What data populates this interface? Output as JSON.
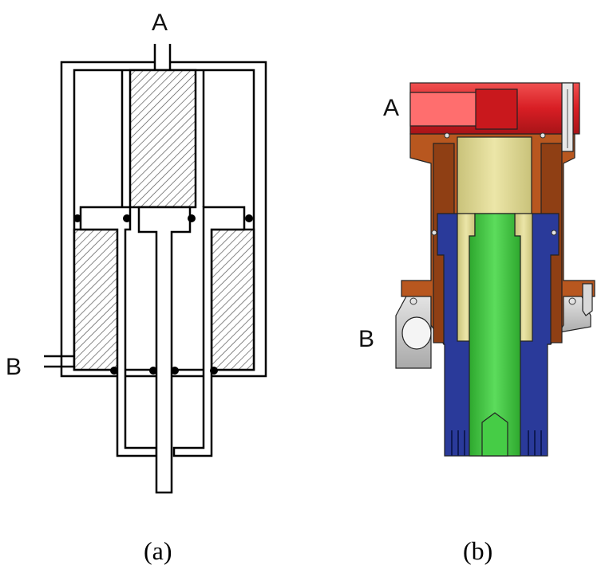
{
  "panel_a": {
    "port_top": "A",
    "port_side": "B",
    "caption": "(a)"
  },
  "panel_b": {
    "port_top": "A",
    "port_side": "B",
    "caption": "(b)"
  },
  "colors": {
    "outline": "#000000",
    "hatch": "#555555",
    "red": "#e0262b",
    "orange": "#b8571f",
    "yellow": "#dcd58a",
    "green": "#3ec23e",
    "blue": "#2a3a9a",
    "gray": "#c8c8c8"
  }
}
